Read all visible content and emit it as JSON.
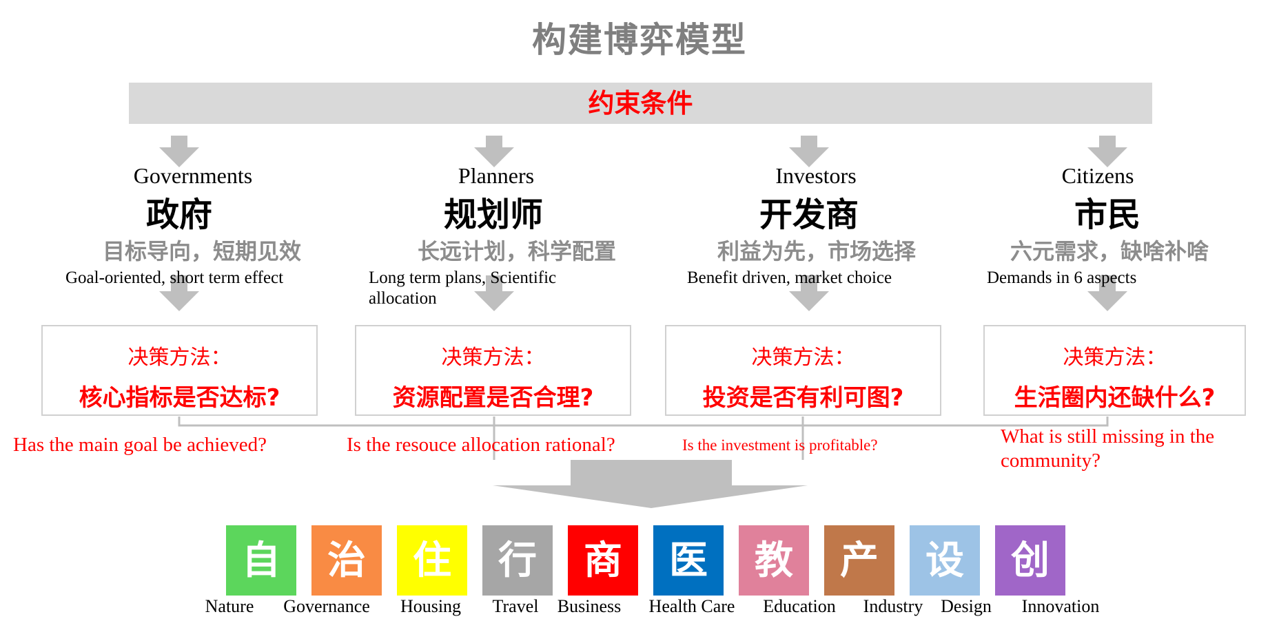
{
  "title": "构建博弈模型",
  "constraint": "约束条件",
  "box_label": "决策方法：",
  "stakeholders": [
    {
      "en_name": "Governments",
      "zh_name": "政府",
      "zh_desc": "目标导向，短期见效",
      "en_desc": "Goal-oriented, short term effect",
      "question_zh": "核心指标是否达标?",
      "question_en": "Has the main goal be achieved?"
    },
    {
      "en_name": "Planners",
      "zh_name": "规划师",
      "zh_desc": "长远计划，科学配置",
      "en_desc": "Long term plans, Scientific allocation",
      "question_zh": "资源配置是否合理?",
      "question_en": "Is the resouce allocation rational?"
    },
    {
      "en_name": "Investors",
      "zh_name": "开发商",
      "zh_desc": "利益为先，市场选择",
      "en_desc": "Benefit driven, market choice",
      "question_zh": "投资是否有利可图?",
      "question_en": "Is the investment is profitable?"
    },
    {
      "en_name": "Citizens",
      "zh_name": "市民",
      "zh_desc": "六元需求，缺啥补啥",
      "en_desc": "Demands in 6 aspects",
      "question_zh": "生活圈内还缺什么?",
      "question_en": "What is still missing in the community?"
    }
  ],
  "tiles": [
    {
      "char": "自",
      "label": "Nature",
      "color": "#5cd65c"
    },
    {
      "char": "治",
      "label": "Governance",
      "color": "#f98b44"
    },
    {
      "char": "住",
      "label": "Housing",
      "color": "#ffff00"
    },
    {
      "char": "行",
      "label": "Travel",
      "color": "#a6a6a6"
    },
    {
      "char": "商",
      "label": "Business",
      "color": "#ff0000"
    },
    {
      "char": "医",
      "label": "Health Care",
      "color": "#0070c0"
    },
    {
      "char": "教",
      "label": "Education",
      "color": "#e0819b"
    },
    {
      "char": "产",
      "label": "Industry",
      "color": "#c0784a"
    },
    {
      "char": "设",
      "label": "Design",
      "color": "#9dc3e6"
    },
    {
      "char": "创",
      "label": "Innovation",
      "color": "#a066c8"
    }
  ]
}
